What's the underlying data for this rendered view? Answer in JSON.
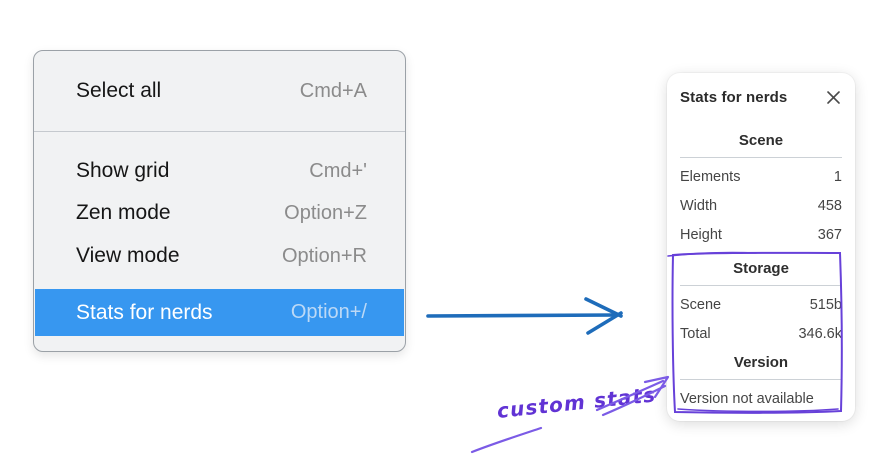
{
  "menu": {
    "items": [
      {
        "label": "Select all",
        "shortcut": "Cmd+A",
        "highlighted": false
      },
      {
        "label": "Show grid",
        "shortcut": "Cmd+'",
        "highlighted": false
      },
      {
        "label": "Zen mode",
        "shortcut": "Option+Z",
        "highlighted": false
      },
      {
        "label": "View mode",
        "shortcut": "Option+R",
        "highlighted": false
      },
      {
        "label": "Stats for nerds",
        "shortcut": "Option+/",
        "highlighted": true
      }
    ]
  },
  "stats_panel": {
    "title": "Stats for nerds",
    "close_icon": "close-x-icon",
    "sections": [
      {
        "heading": "Scene",
        "rows": [
          {
            "label": "Elements",
            "value": "1"
          },
          {
            "label": "Width",
            "value": "458"
          },
          {
            "label": "Height",
            "value": "367"
          }
        ]
      },
      {
        "heading": "Storage",
        "rows": [
          {
            "label": "Scene",
            "value": "515b"
          },
          {
            "label": "Total",
            "value": "346.6k"
          }
        ]
      },
      {
        "heading": "Version",
        "note": "Version not available"
      }
    ]
  },
  "annotation": {
    "label": "custom stats"
  },
  "colors": {
    "menu_highlight": "#3797f0",
    "menu_background": "#f1f2f3",
    "flow_arrow_blue": "#1e6cba",
    "annotation_purple": "#6741d9",
    "annotation_text_purple": "#6133d4"
  }
}
